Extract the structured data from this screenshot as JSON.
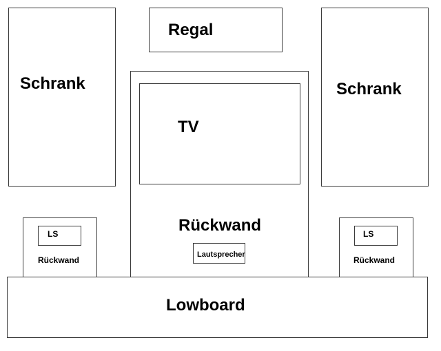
{
  "diagram": {
    "title": "",
    "elements": {
      "schrank_left": {
        "label": "Schrank"
      },
      "regal": {
        "label": "Regal"
      },
      "schrank_right": {
        "label": "Schrank"
      },
      "rueckwand_center": {
        "label": "Rückwand"
      },
      "tv": {
        "label": "TV"
      },
      "lautsprecher": {
        "label": "Lautsprecher"
      },
      "side_left": {
        "label": "Rückwand",
        "speaker_label": "LS"
      },
      "side_right": {
        "label": "Rückwand",
        "speaker_label": "LS"
      },
      "lowboard": {
        "label": "Lowboard"
      }
    },
    "colors": {
      "line": "#3a3a3a",
      "background": "#ffffff",
      "text": "#000000"
    }
  }
}
